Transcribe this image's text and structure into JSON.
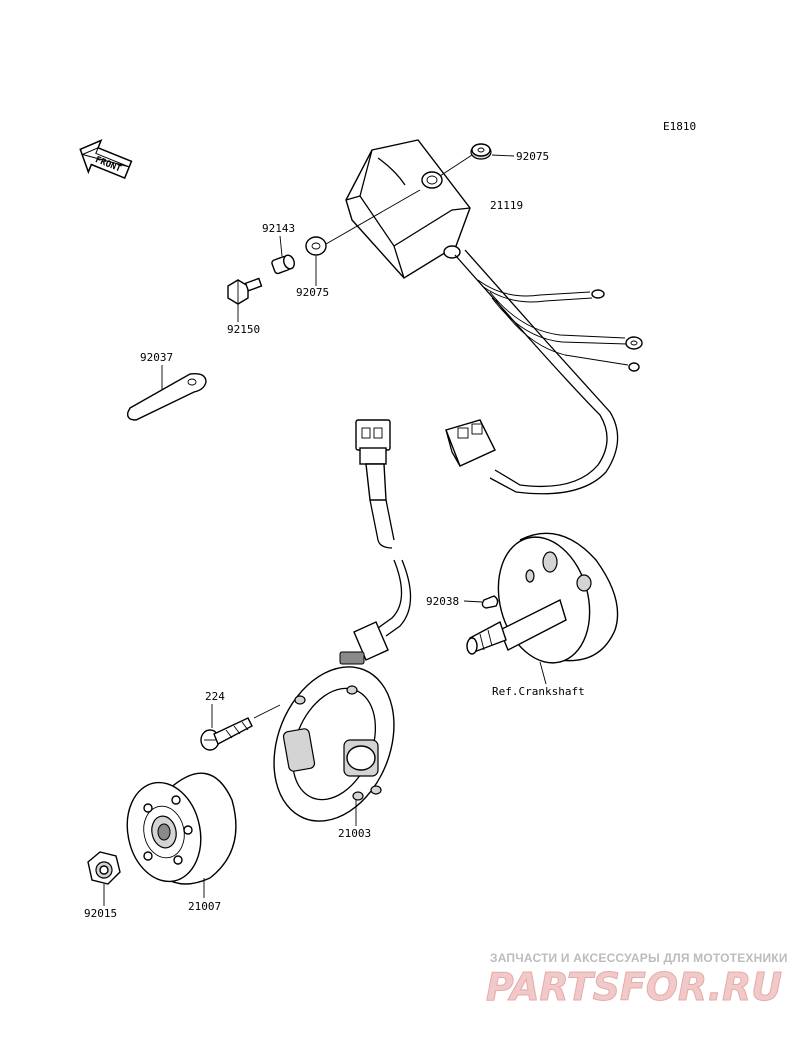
{
  "diagram": {
    "code": "E1810",
    "front_arrow": "FRONT",
    "parts": [
      {
        "id": "n92075a",
        "number": "92075"
      },
      {
        "id": "n21119",
        "number": "21119"
      },
      {
        "id": "n92143",
        "number": "92143"
      },
      {
        "id": "n92075b",
        "number": "92075"
      },
      {
        "id": "n92150",
        "number": "92150"
      },
      {
        "id": "n92037",
        "number": "92037"
      },
      {
        "id": "n92038",
        "number": "92038"
      },
      {
        "id": "n224",
        "number": "224"
      },
      {
        "id": "n21003",
        "number": "21003"
      },
      {
        "id": "n92015",
        "number": "92015"
      },
      {
        "id": "n21007",
        "number": "21007"
      }
    ],
    "ref_label": "Ref.Crankshaft"
  },
  "watermark": {
    "tagline": "ЗАПЧАСТИ И АКСЕССУАРЫ ДЛЯ МОТОТЕХНИКИ",
    "logo": "PARTSFOR.RU",
    "colors": {
      "logo_fill": "#f2c9c9",
      "tagline": "#bcbcbc"
    }
  }
}
